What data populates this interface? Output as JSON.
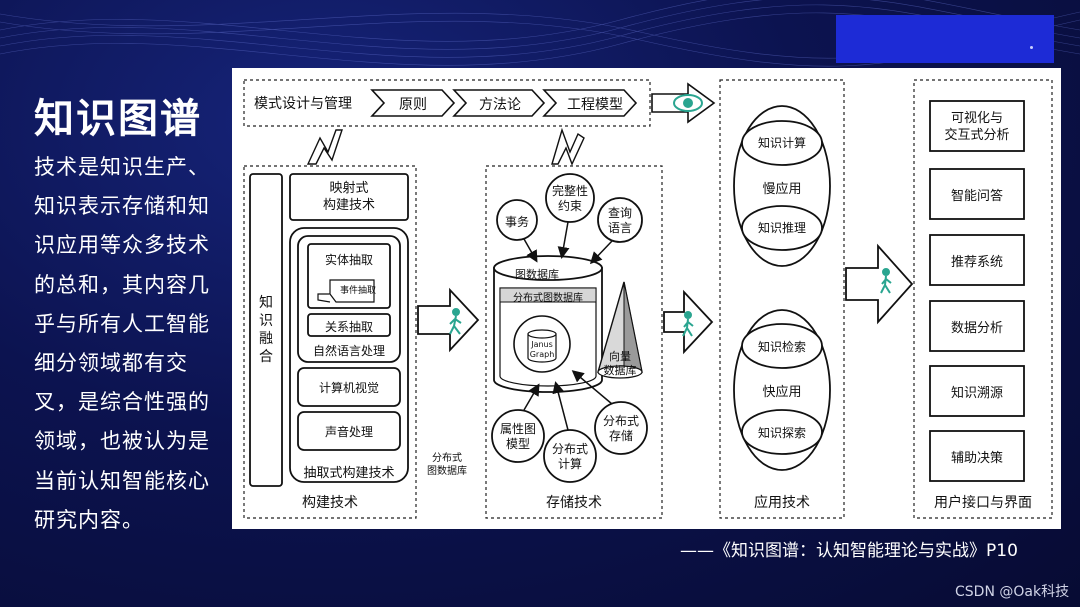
{
  "slide": {
    "title": "知识图谱",
    "description": "技术是知识生产、知识表示存储和知识应用等众多技术的总和，其内容几乎与所有人工智能细分领域都有交叉，是综合性强的领域，也被认为是当前认知智能核心研究内容。",
    "citation": "——《知识图谱：认知智能理论与实战》P10",
    "watermark": "CSDN @Oak科技"
  },
  "diagram": {
    "pipeline": {
      "first": "模式设计与管理",
      "steps": [
        "原则",
        "方法论",
        "工程模型"
      ]
    },
    "construction": {
      "section_label": "构建技术",
      "fusion": "知识融合",
      "mapping": "映射式\n构建技术",
      "entity": "实体抽取",
      "event": "事件抽取",
      "relation": "关系抽取",
      "nlp": "自然语言处理",
      "cv": "计算机视觉",
      "audio": "声音处理",
      "extraction": "抽取式构建技术"
    },
    "storage": {
      "section_label": "存储技术",
      "graph_db": "图数据库",
      "distributed_graph_db": "分布式图数据库",
      "janus": "Janus\nGraph",
      "vector_db": "向量\n数据库",
      "transaction": "事务",
      "integrity": "完整性\n约束",
      "query": "查询\n语言",
      "property_graph": "属性图\n模型",
      "distributed_compute": "分布式\n计算",
      "distributed_storage": "分布式\n存储",
      "floating_label": "分布式\n图数据库"
    },
    "application": {
      "section_label": "应用技术",
      "slow_app": "慢应用",
      "knowledge_compute": "知识计算",
      "knowledge_reasoning": "知识推理",
      "fast_app": "快应用",
      "knowledge_retrieval": "知识检索",
      "knowledge_exploration": "知识探索"
    },
    "interface": {
      "section_label": "用户接口与界面",
      "items": [
        "可视化与\n交互式分析",
        "智能问答",
        "推荐系统",
        "数据分析",
        "知识溯源",
        "辅助决策"
      ]
    }
  }
}
